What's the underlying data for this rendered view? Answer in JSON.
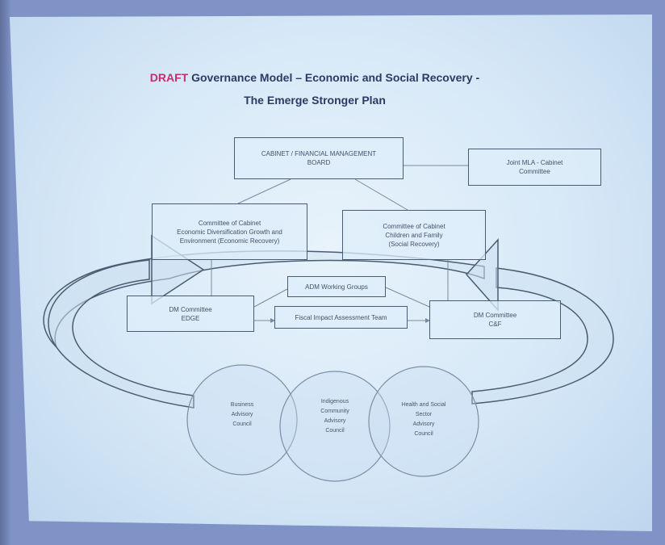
{
  "slide": {
    "draft_label": "DRAFT",
    "title_line1": " Governance Model – Economic and Social Recovery -",
    "title_line2": "The Emerge Stronger Plan"
  },
  "boxes": {
    "cabinet_fmb": "CABINET / FINANCIAL MANAGEMENT\nBOARD",
    "joint_mla": "Joint MLA - Cabinet\nCommittee",
    "committee_edge": "Committee of Cabinet\nEconomic Diversification Growth and\nEnvironment (Economic Recovery)",
    "committee_cf": "Committee of Cabinet\nChildren and Family\n(Social Recovery)",
    "adm_working_groups": "ADM Working Groups",
    "fiscal_impact_team": "Fiscal Impact Assessment Team",
    "dm_committee_edge": "DM Committee\nEDGE",
    "dm_committee_cf": "DM Committee\nC&F"
  },
  "councils": {
    "business": "Business\nAdvisory\nCouncil",
    "indigenous": "Indigenous\nCommunity\nAdvisory\nCouncil",
    "health_social": "Health and Social\nSector\nAdvisory\nCouncil"
  },
  "colors": {
    "draft": "#c42f6e",
    "title": "#2c3a66",
    "line": "#4a5c72",
    "screen_bg": "#d6e8f7"
  }
}
